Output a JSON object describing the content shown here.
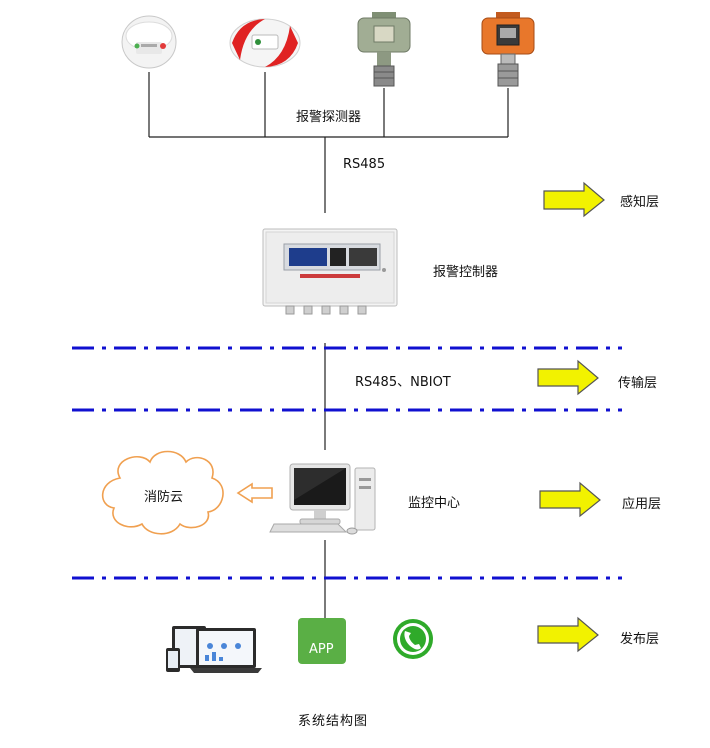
{
  "detectors": {
    "label": "报警探测器",
    "items": [
      {
        "name": "smoke-detector-1"
      },
      {
        "name": "gas-detector-red"
      },
      {
        "name": "explosion-proof-detector-green"
      },
      {
        "name": "explosion-proof-detector-orange"
      }
    ]
  },
  "rs485_top": "RS485",
  "controller": {
    "label": "报警控制器"
  },
  "transport_protocol": "RS485、NBIOT",
  "monitor_center": {
    "label": "监控中心"
  },
  "fire_cloud": {
    "label": "消防云"
  },
  "app": {
    "label": "APP"
  },
  "layers": [
    {
      "label": "感知层"
    },
    {
      "label": "传输层"
    },
    {
      "label": "应用层"
    },
    {
      "label": "发布层"
    }
  ],
  "caption": "系统结构图",
  "colors": {
    "dash_line": "#1010d0",
    "layer_arrow_fill": "#f2f200",
    "cloud_stroke": "#f0a050",
    "app_green": "#5aaf45",
    "phone_green": "#2faa2a"
  }
}
